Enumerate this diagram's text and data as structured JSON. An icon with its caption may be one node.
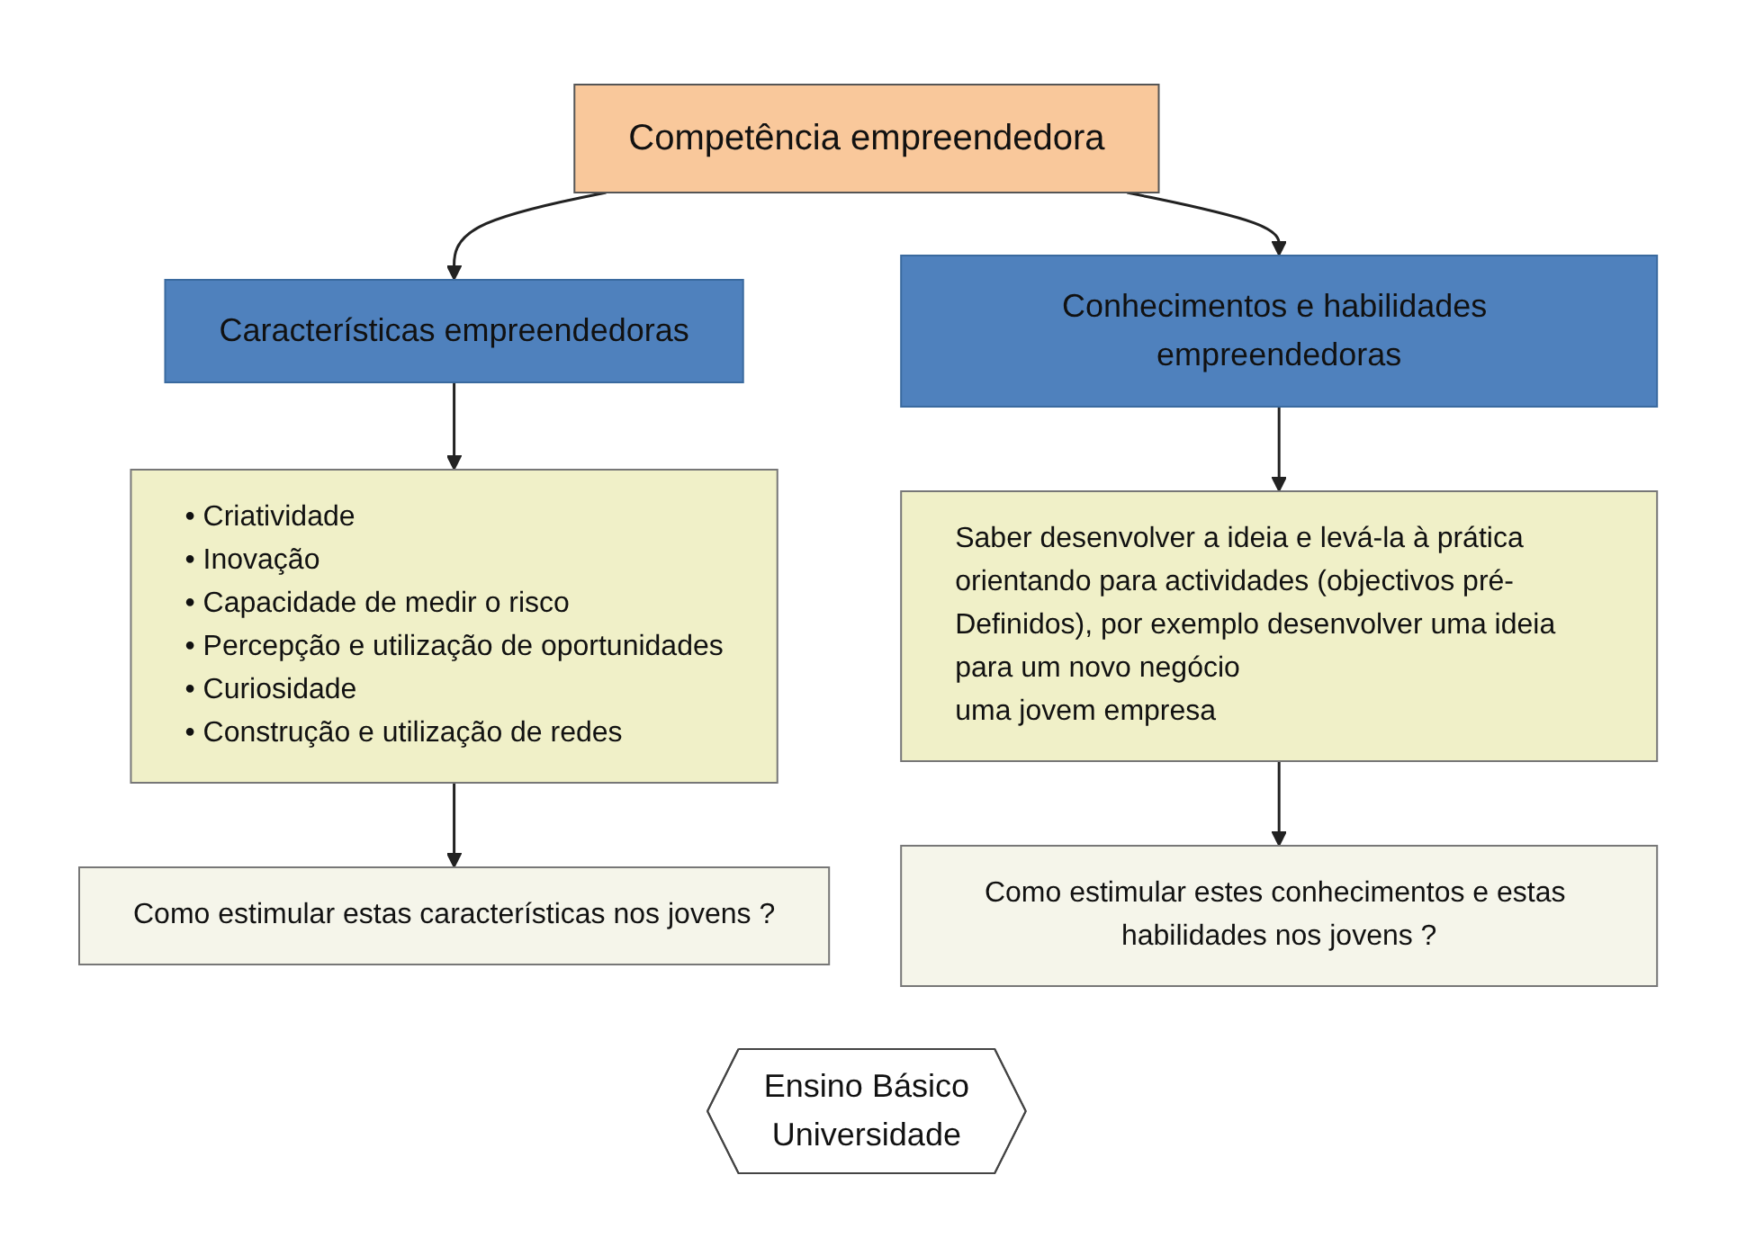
{
  "diagram": {
    "nodes": [
      {
        "text": [
          "Competência empreendedora"
        ]
      },
      {
        "text": [
          "Características empreendedoras"
        ]
      },
      {
        "text": [
          "Conhecimentos e habilidades empreendedoras"
        ]
      },
      {
        "text": [
          "• Criatividade",
          "• Inovação",
          "• Capacidade de medir o risco",
          "• Percepção e utilização de oportunidades",
          "• Curiosidade",
          "• Construção e utilização de redes"
        ]
      },
      {
        "text": [
          "Saber desenvolver a ideia e levá-la à prática orientando para actividades (objectivos pré-Definidos), por exemplo desenvolver uma ideia para um novo negócio",
          "uma jovem empresa"
        ]
      },
      {
        "text": [
          "Como estimular estas características nos jovens ?"
        ]
      },
      {
        "text": [
          "Como estimular estes conhecimentos e estas habilidades nos jovens ?"
        ]
      },
      {
        "text": [
          "Ensino Básico",
          "Universidade"
        ]
      }
    ],
    "edges": [
      {
        "from": 0,
        "to": 1,
        "arrow": "to"
      },
      {
        "from": 0,
        "to": 2,
        "arrow": "to"
      },
      {
        "from": 1,
        "to": 3,
        "arrow": "to"
      },
      {
        "from": 3,
        "to": 5,
        "arrow": "to"
      },
      {
        "from": 2,
        "to": 4,
        "arrow": "to"
      },
      {
        "from": 4,
        "to": 6,
        "arrow": "to"
      }
    ]
  }
}
